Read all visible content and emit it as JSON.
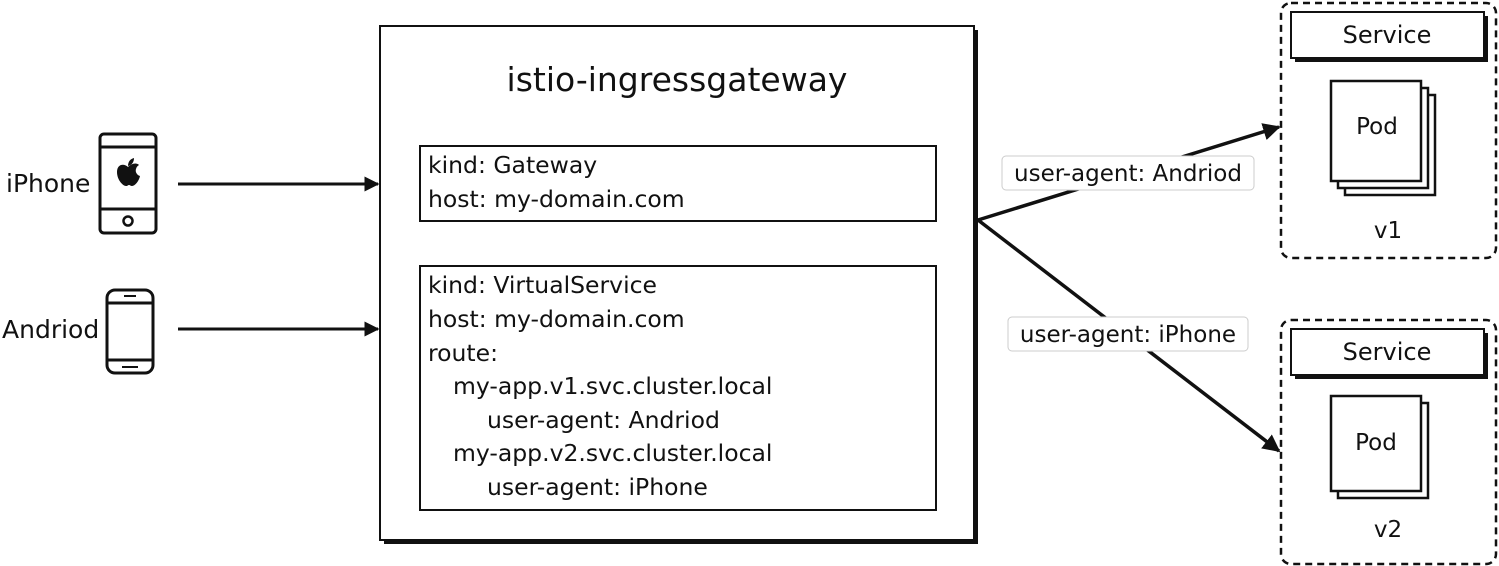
{
  "clients": [
    {
      "name": "iPhone",
      "icon": "iphone-icon"
    },
    {
      "name": "Andriod",
      "icon": "android-phone-icon"
    }
  ],
  "gateway": {
    "title": "istio-ingressgateway",
    "gateway_config": {
      "lines": [
        "kind: Gateway",
        "host: my-domain.com"
      ]
    },
    "virtualservice_config": {
      "lines": [
        "kind: VirtualService",
        "host: my-domain.com",
        "route:",
        "my-app.v1.svc.cluster.local",
        "user-agent: Andriod",
        "my-app.v2.svc.cluster.local",
        "user-agent: iPhone"
      ]
    }
  },
  "routes": [
    {
      "label": "user-agent: Andriod"
    },
    {
      "label": "user-agent: iPhone"
    }
  ],
  "services": [
    {
      "service_label": "Service",
      "pod_label": "Pod",
      "version": "v1"
    },
    {
      "service_label": "Service",
      "pod_label": "Pod",
      "version": "v2"
    }
  ],
  "colors": {
    "stroke": "#111111",
    "background": "#ffffff",
    "label_border": "#cccccc"
  }
}
